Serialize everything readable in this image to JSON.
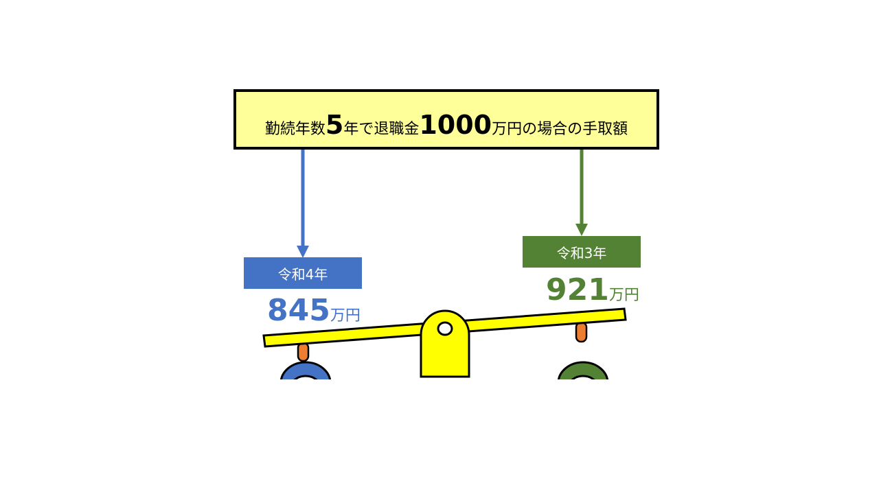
{
  "title": {
    "part1": "勤続年数",
    "years": "5",
    "part2": "年で退職金",
    "amount": "1000",
    "part3": "万円の場合の手取額"
  },
  "left": {
    "label": "令和4年",
    "value": "845",
    "unit": "万円",
    "color": "#4472c4"
  },
  "right": {
    "label": "令和3年",
    "value": "921",
    "unit": "万円",
    "color": "#548235"
  },
  "colors": {
    "title_bg": "#ffff99",
    "seesaw": "#ffff00",
    "handle": "#ed7d31"
  }
}
